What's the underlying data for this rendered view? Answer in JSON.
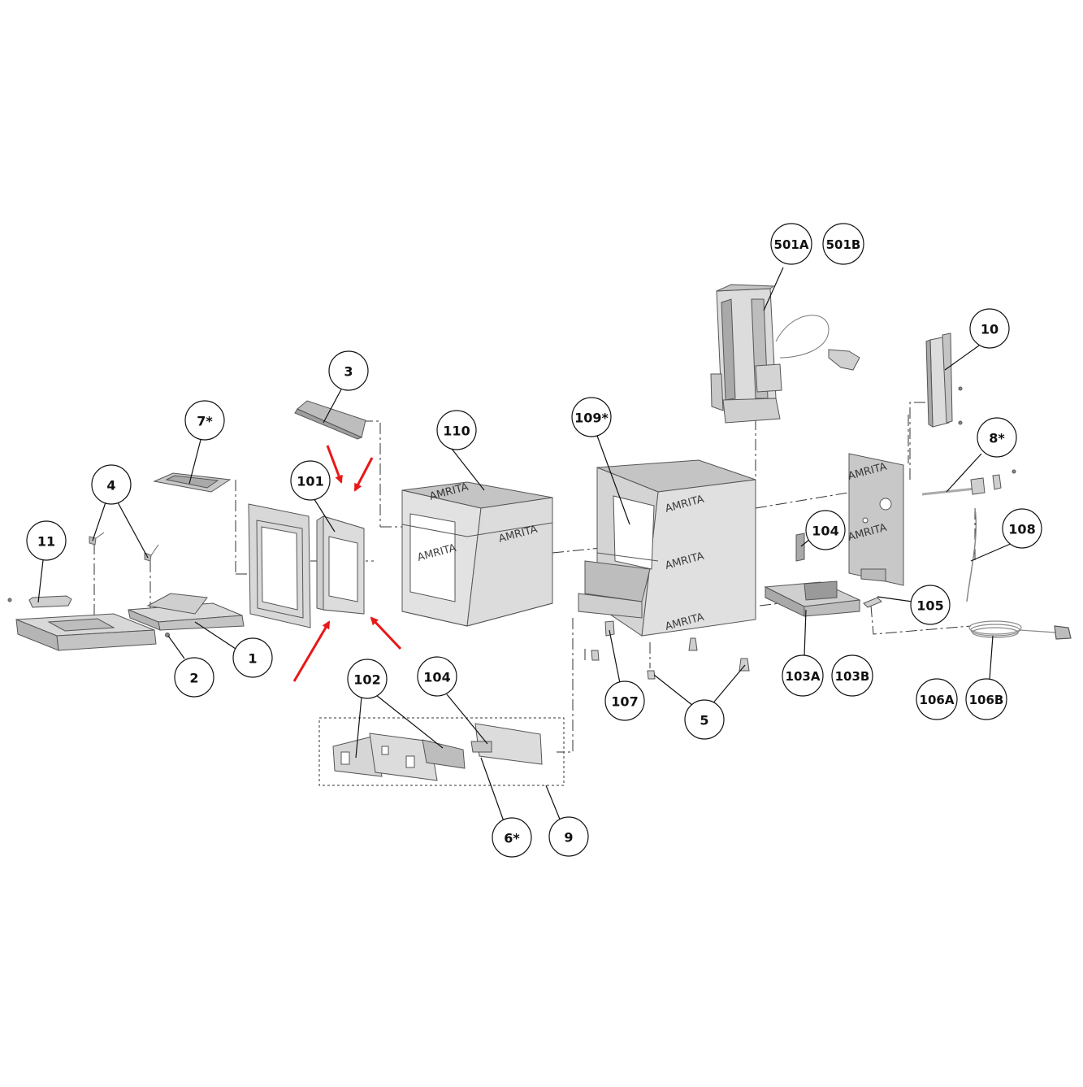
{
  "diagram": {
    "callouts": {
      "c501a": "501A",
      "c501b": "501B",
      "c10": "10",
      "c3": "3",
      "c7": "7*",
      "c110": "110",
      "c109": "109*",
      "c8": "8*",
      "c101": "101",
      "c4": "4",
      "c11": "11",
      "c104a": "104",
      "c108": "108",
      "c105": "105",
      "c1": "1",
      "c2": "2",
      "c102": "102",
      "c104b": "104",
      "c103a": "103A",
      "c103b": "103B",
      "c107": "107",
      "c5": "5",
      "c106a": "106A",
      "c106b": "106B",
      "c6": "6*",
      "c9": "9"
    },
    "watermark": "AMRITA",
    "colors": {
      "part_fill": "#dcdcdc",
      "part_dark": "#a9a9a9",
      "part_top": "#c4c4c4",
      "outline": "#555555",
      "arrow": "#e81818"
    }
  }
}
